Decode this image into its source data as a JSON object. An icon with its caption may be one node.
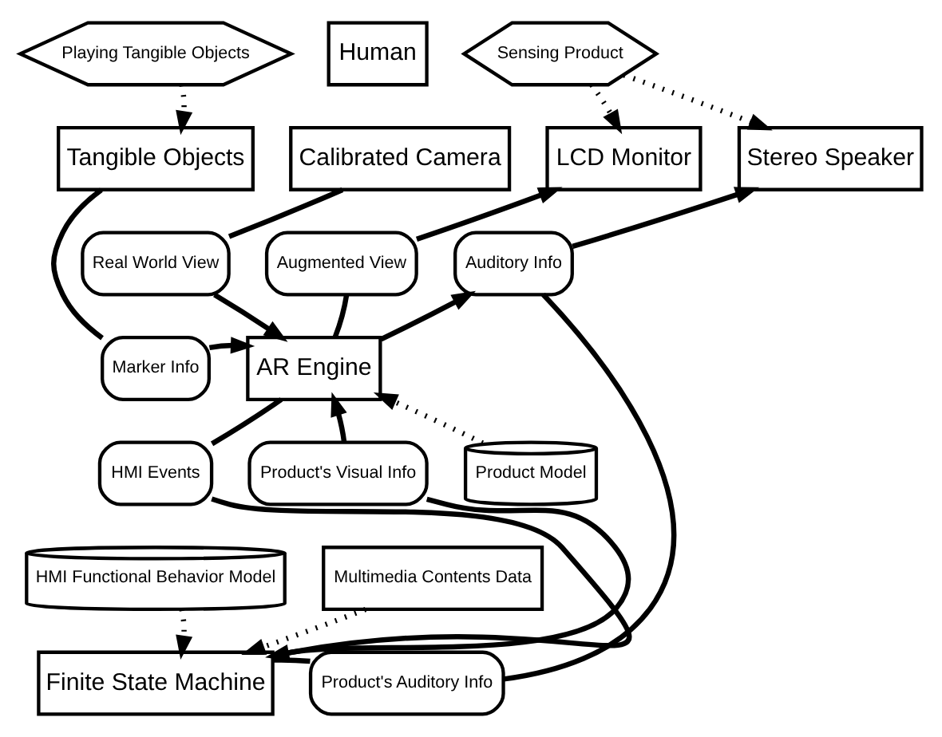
{
  "diagram": {
    "nodes": [
      {
        "text": [
          "Human"
        ]
      },
      {
        "text": [
          "Playing Tangible Objects"
        ]
      },
      {
        "text": [
          "Sensing Product"
        ]
      },
      {
        "text": [
          "Tangible Objects"
        ]
      },
      {
        "text": [
          "Calibrated Camera"
        ]
      },
      {
        "text": [
          "LCD Monitor"
        ]
      },
      {
        "text": [
          "Stereo Speaker"
        ]
      },
      {
        "text": [
          "Real World View"
        ]
      },
      {
        "text": [
          "Augmented View"
        ]
      },
      {
        "text": [
          "Auditory Info"
        ]
      },
      {
        "text": [
          "Marker Info"
        ]
      },
      {
        "text": [
          "AR Engine"
        ]
      },
      {
        "text": [
          "HMI Functional Behavior Model"
        ]
      },
      {
        "text": [
          "HMI Events"
        ]
      },
      {
        "text": [
          "Product's Visual Info"
        ]
      },
      {
        "text": [
          "Product Model"
        ]
      },
      {
        "text": [
          "Multimedia Contents Data"
        ]
      },
      {
        "text": [
          "Finite State Machine"
        ]
      },
      {
        "text": [
          "Product's Auditory Info"
        ]
      }
    ],
    "edges": [
      {
        "from": 1,
        "to": 3,
        "arrow": "to",
        "style": "dashed"
      },
      {
        "from": 2,
        "to": 5,
        "arrow": "to",
        "style": "dashed"
      },
      {
        "from": 2,
        "to": 6,
        "arrow": "to",
        "style": "dashed"
      },
      {
        "from": 3,
        "to": 10,
        "arrow": "none"
      },
      {
        "from": 10,
        "to": 11,
        "arrow": "to"
      },
      {
        "from": 4,
        "to": 7,
        "arrow": "none"
      },
      {
        "from": 7,
        "to": 11,
        "arrow": "to"
      },
      {
        "from": 11,
        "to": 8,
        "arrow": "none"
      },
      {
        "from": 8,
        "to": 5,
        "arrow": "to"
      },
      {
        "from": 11,
        "to": 9,
        "arrow": "to"
      },
      {
        "from": 17,
        "to": 18,
        "arrow": "none"
      },
      {
        "from": 18,
        "to": 9,
        "arrow": "none"
      },
      {
        "from": 9,
        "to": 6,
        "arrow": "to"
      },
      {
        "from": 11,
        "to": 13,
        "arrow": "none"
      },
      {
        "from": 13,
        "to": 17,
        "arrow": "to"
      },
      {
        "from": 17,
        "to": 14,
        "arrow": "none"
      },
      {
        "from": 14,
        "to": 11,
        "arrow": "to"
      },
      {
        "from": 15,
        "to": 11,
        "arrow": "to",
        "style": "dashed"
      },
      {
        "from": 16,
        "to": 17,
        "arrow": "to",
        "style": "dashed"
      },
      {
        "from": 12,
        "to": 17,
        "arrow": "to",
        "style": "dashed"
      }
    ]
  }
}
